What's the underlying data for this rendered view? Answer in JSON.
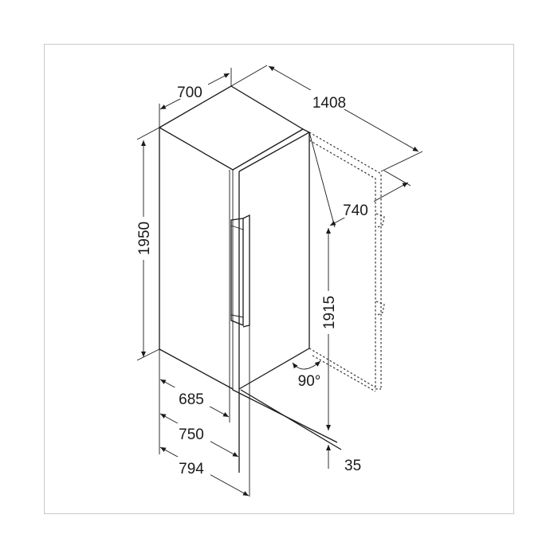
{
  "dimensions": {
    "width": "700",
    "width_door_open": "1408",
    "door_clearance": "740",
    "height": "1950",
    "height_inner": "1915",
    "floor_gap": "35",
    "depth_body": "685",
    "depth_door": "750",
    "depth_handle": "794",
    "door_angle": "90°"
  },
  "colors": {
    "line": "#1a1a1a",
    "frame": "#c8c8c8"
  }
}
